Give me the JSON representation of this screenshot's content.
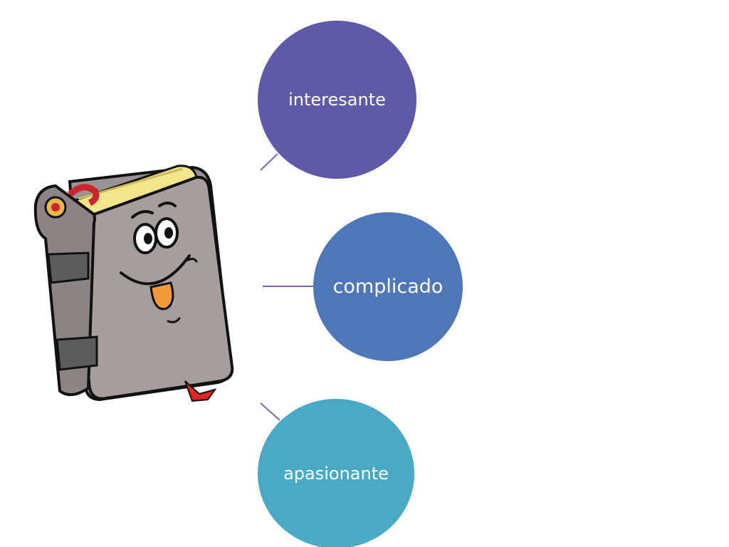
{
  "diagram": {
    "nodes": [
      {
        "label": "interesante",
        "color": "#5e5aa8"
      },
      {
        "label": "complicado",
        "color": "#4f77b8"
      },
      {
        "label": "apasionante",
        "color": "#4aa9c4"
      }
    ],
    "connector_color": "#7d66a8",
    "center_icon": "cartoon-book-icon"
  }
}
